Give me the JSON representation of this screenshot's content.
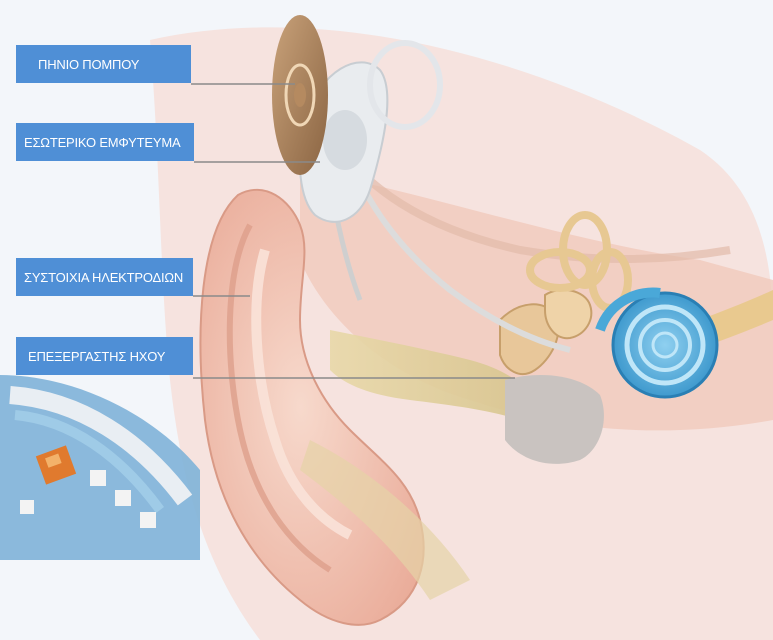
{
  "labels": {
    "transmitter_coil": "ΠΗΝΙΟ ΠΟΜΠΟΥ",
    "internal_implant": "ΕΣΩΤΕΡΙΚΟ ΕΜΦΥΤΕΥΜΑ",
    "electrode_array": "ΣΥΣΤΟΙΧΙΑ ΗΛΕΚΤΡΟΔΙΩΝ",
    "sound_processor": "ΕΠΕΞΕΡΓΑΣΤΗΣ ΗΧΟΥ"
  },
  "colors": {
    "label_background": "#4f8fd6",
    "label_text": "#ffffff",
    "skin": "#f2c4b4",
    "cochlea": "#4aa8d8"
  }
}
